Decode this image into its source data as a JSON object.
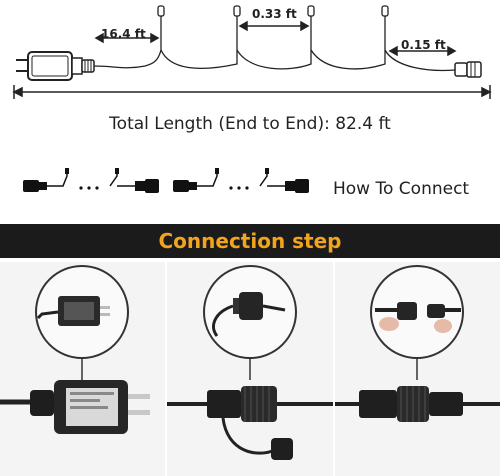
{
  "dimensions": {
    "lead_length": "16.4 ft",
    "bulb_spacing": "0.33 ft",
    "end_length": "0.15 ft"
  },
  "total_length": "Total Length (End to End): 82.4 ft",
  "how_to_connect": "How To Connect",
  "banner": {
    "title": "Connection step",
    "background": "#1b1b1b",
    "text_color": "#f2a51c"
  },
  "steps": [
    {
      "icon": "adapter-plug-icon"
    },
    {
      "icon": "connector-closeup-icon"
    },
    {
      "icon": "connector-joining-icon"
    }
  ]
}
